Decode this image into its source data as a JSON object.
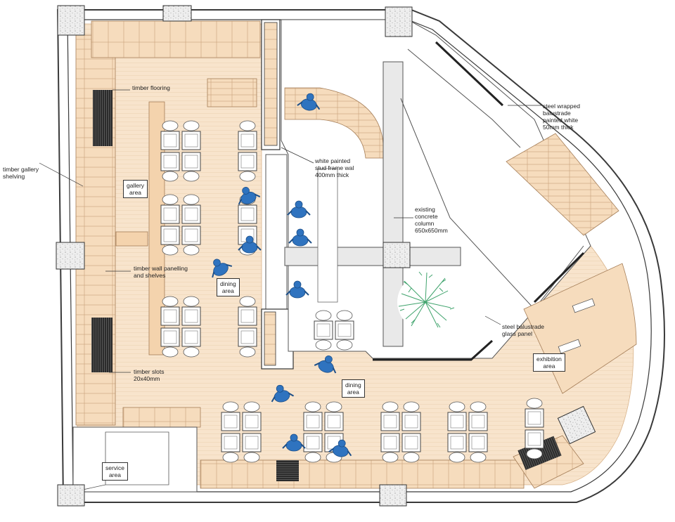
{
  "colors": {
    "timber": "#f7dfc4",
    "timber_line": "#d9b48c",
    "wall": "#3a3a3a",
    "person": "#2f73bf",
    "plant": "#3fa36c",
    "concrete": "#e9e9e9",
    "glass": "#ffffff"
  },
  "icons": {
    "person": "person-icon",
    "plant": "plant-icon",
    "column": "concrete-column-icon"
  },
  "labels": {
    "timber_flooring": "timber flooring",
    "timber_gallery_shelving": [
      "timber gallery",
      "shelving"
    ],
    "timber_wall_panelling": [
      "timber wall panelling",
      "and shelves"
    ],
    "timber_slots": [
      "timber slots",
      "20x40mm"
    ],
    "stud_wall": [
      "white painted",
      "stud frame wal",
      "400mm thick"
    ],
    "concrete_column": [
      "existing",
      "concrete",
      "column",
      "650x650mm"
    ],
    "steel_balustrade_top": [
      "steel wrapped",
      "balustrade",
      "painted white",
      "50mm thick"
    ],
    "steel_balustrade_glass": [
      "steel balustrade",
      "glass panel"
    ]
  },
  "areas": {
    "gallery": [
      "gallery",
      "area"
    ],
    "dining_left": [
      "dining",
      "area"
    ],
    "dining_right": [
      "dining",
      "area"
    ],
    "exhibition": [
      "exhibition",
      "area"
    ],
    "service": [
      "service",
      "area"
    ]
  }
}
